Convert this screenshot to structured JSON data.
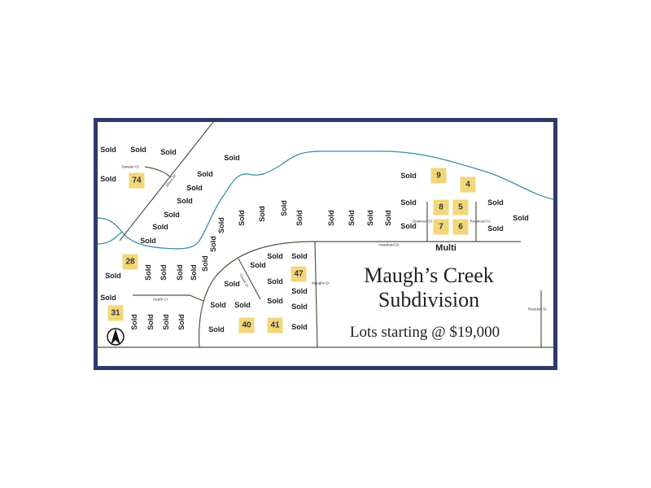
{
  "title": {
    "line1": "Maugh’s Creek",
    "line2": "Subdivision",
    "tagline": "Lots starting @ $19,000"
  },
  "sold_label": "Sold",
  "multi_label": "Multi",
  "available_lots": [
    "74",
    "28",
    "31",
    "47",
    "40",
    "41",
    "9",
    "4",
    "8",
    "5",
    "7",
    "6"
  ],
  "streets": [
    "Stewart Ct",
    "Shore Dr",
    "Heartland Dr",
    "Boatman Ct",
    "Redwood Ct",
    "Heath Ct",
    "Creek Ct",
    "Maughs Dr",
    "Reardon St"
  ],
  "colors": {
    "frame": "#2c3a68",
    "creek": "#3a8fa0",
    "road": "#4c5a40",
    "available": "#f2d77a"
  }
}
